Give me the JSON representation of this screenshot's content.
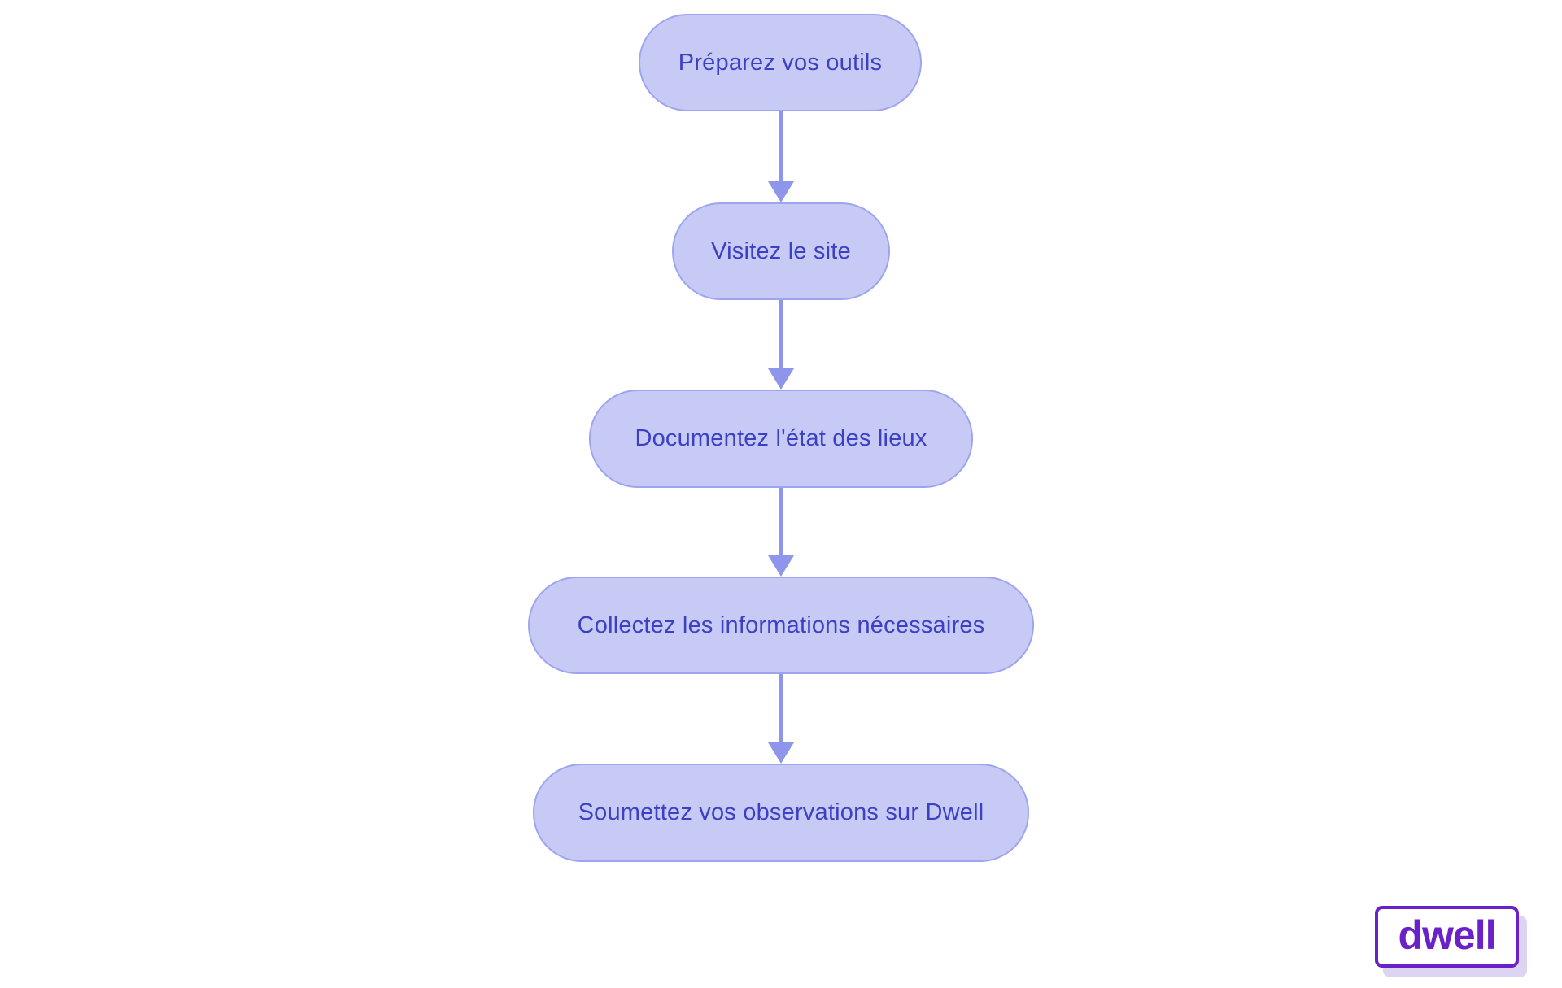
{
  "flowchart": {
    "type": "flowchart",
    "direction": "top-down",
    "nodes": [
      {
        "id": "prepare-tools",
        "label": "Préparez vos outils"
      },
      {
        "id": "visit-site",
        "label": "Visitez le site"
      },
      {
        "id": "document-state",
        "label": "Documentez l'état des lieux"
      },
      {
        "id": "collect-info",
        "label": "Collectez les informations nécessaires"
      },
      {
        "id": "submit-observations",
        "label": "Soumettez vos observations sur Dwell"
      }
    ],
    "edges": [
      {
        "from": "prepare-tools",
        "to": "visit-site"
      },
      {
        "from": "visit-site",
        "to": "document-state"
      },
      {
        "from": "document-state",
        "to": "collect-info"
      },
      {
        "from": "collect-info",
        "to": "submit-observations"
      }
    ],
    "colors": {
      "node_fill": "#c7caf4",
      "node_border": "#9ea5ef",
      "node_text": "#3c40c4",
      "arrow": "#8e96ec",
      "background": "#ffffff"
    }
  },
  "logo": {
    "text": "dwell",
    "color": "#6b21c8",
    "shadow": "#ddd3f2"
  }
}
